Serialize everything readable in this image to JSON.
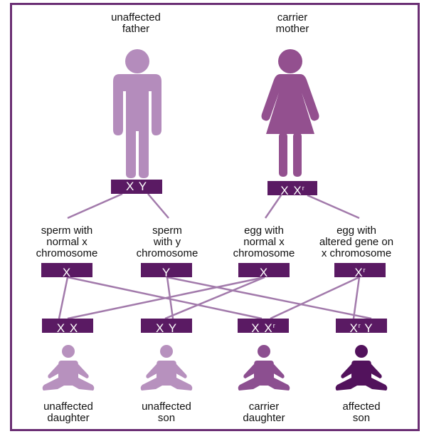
{
  "colors": {
    "frame": "#6b2f74",
    "box": "#5a1a63",
    "lines": "#a27aab",
    "father": "#b48cbc",
    "mother": "#93508f",
    "unaffected_baby": "#b791be",
    "carrier_baby": "#8c4f90",
    "affected_baby": "#52125c"
  },
  "parents": {
    "father_label": "unaffected\nfather",
    "mother_label": "carrier\nmother",
    "father_genotype": "X Y",
    "mother_genotype_base": "X X",
    "mother_genotype_sup": "r"
  },
  "gametes": [
    {
      "label": "sperm with\nnormal x\nchromosome",
      "base": "X",
      "sup": ""
    },
    {
      "label": "sperm\nwith y\nchromosome",
      "base": "Y",
      "sup": ""
    },
    {
      "label": "egg with\nnormal x\nchromosome",
      "base": "X",
      "sup": ""
    },
    {
      "label": "egg with\naltered gene on\nx chromosome",
      "base": "X",
      "sup": "r"
    }
  ],
  "offspring": [
    {
      "base": "X X",
      "sup": "",
      "tail": "",
      "label": "unaffected\ndaughter"
    },
    {
      "base": "X Y",
      "sup": "",
      "tail": "",
      "label": "unaffected\nson"
    },
    {
      "base": "X X",
      "sup": "r",
      "tail": "",
      "label": "carrier\ndaughter"
    },
    {
      "base": "X",
      "sup": "r",
      "tail": " Y",
      "label": "affected\nson"
    }
  ]
}
